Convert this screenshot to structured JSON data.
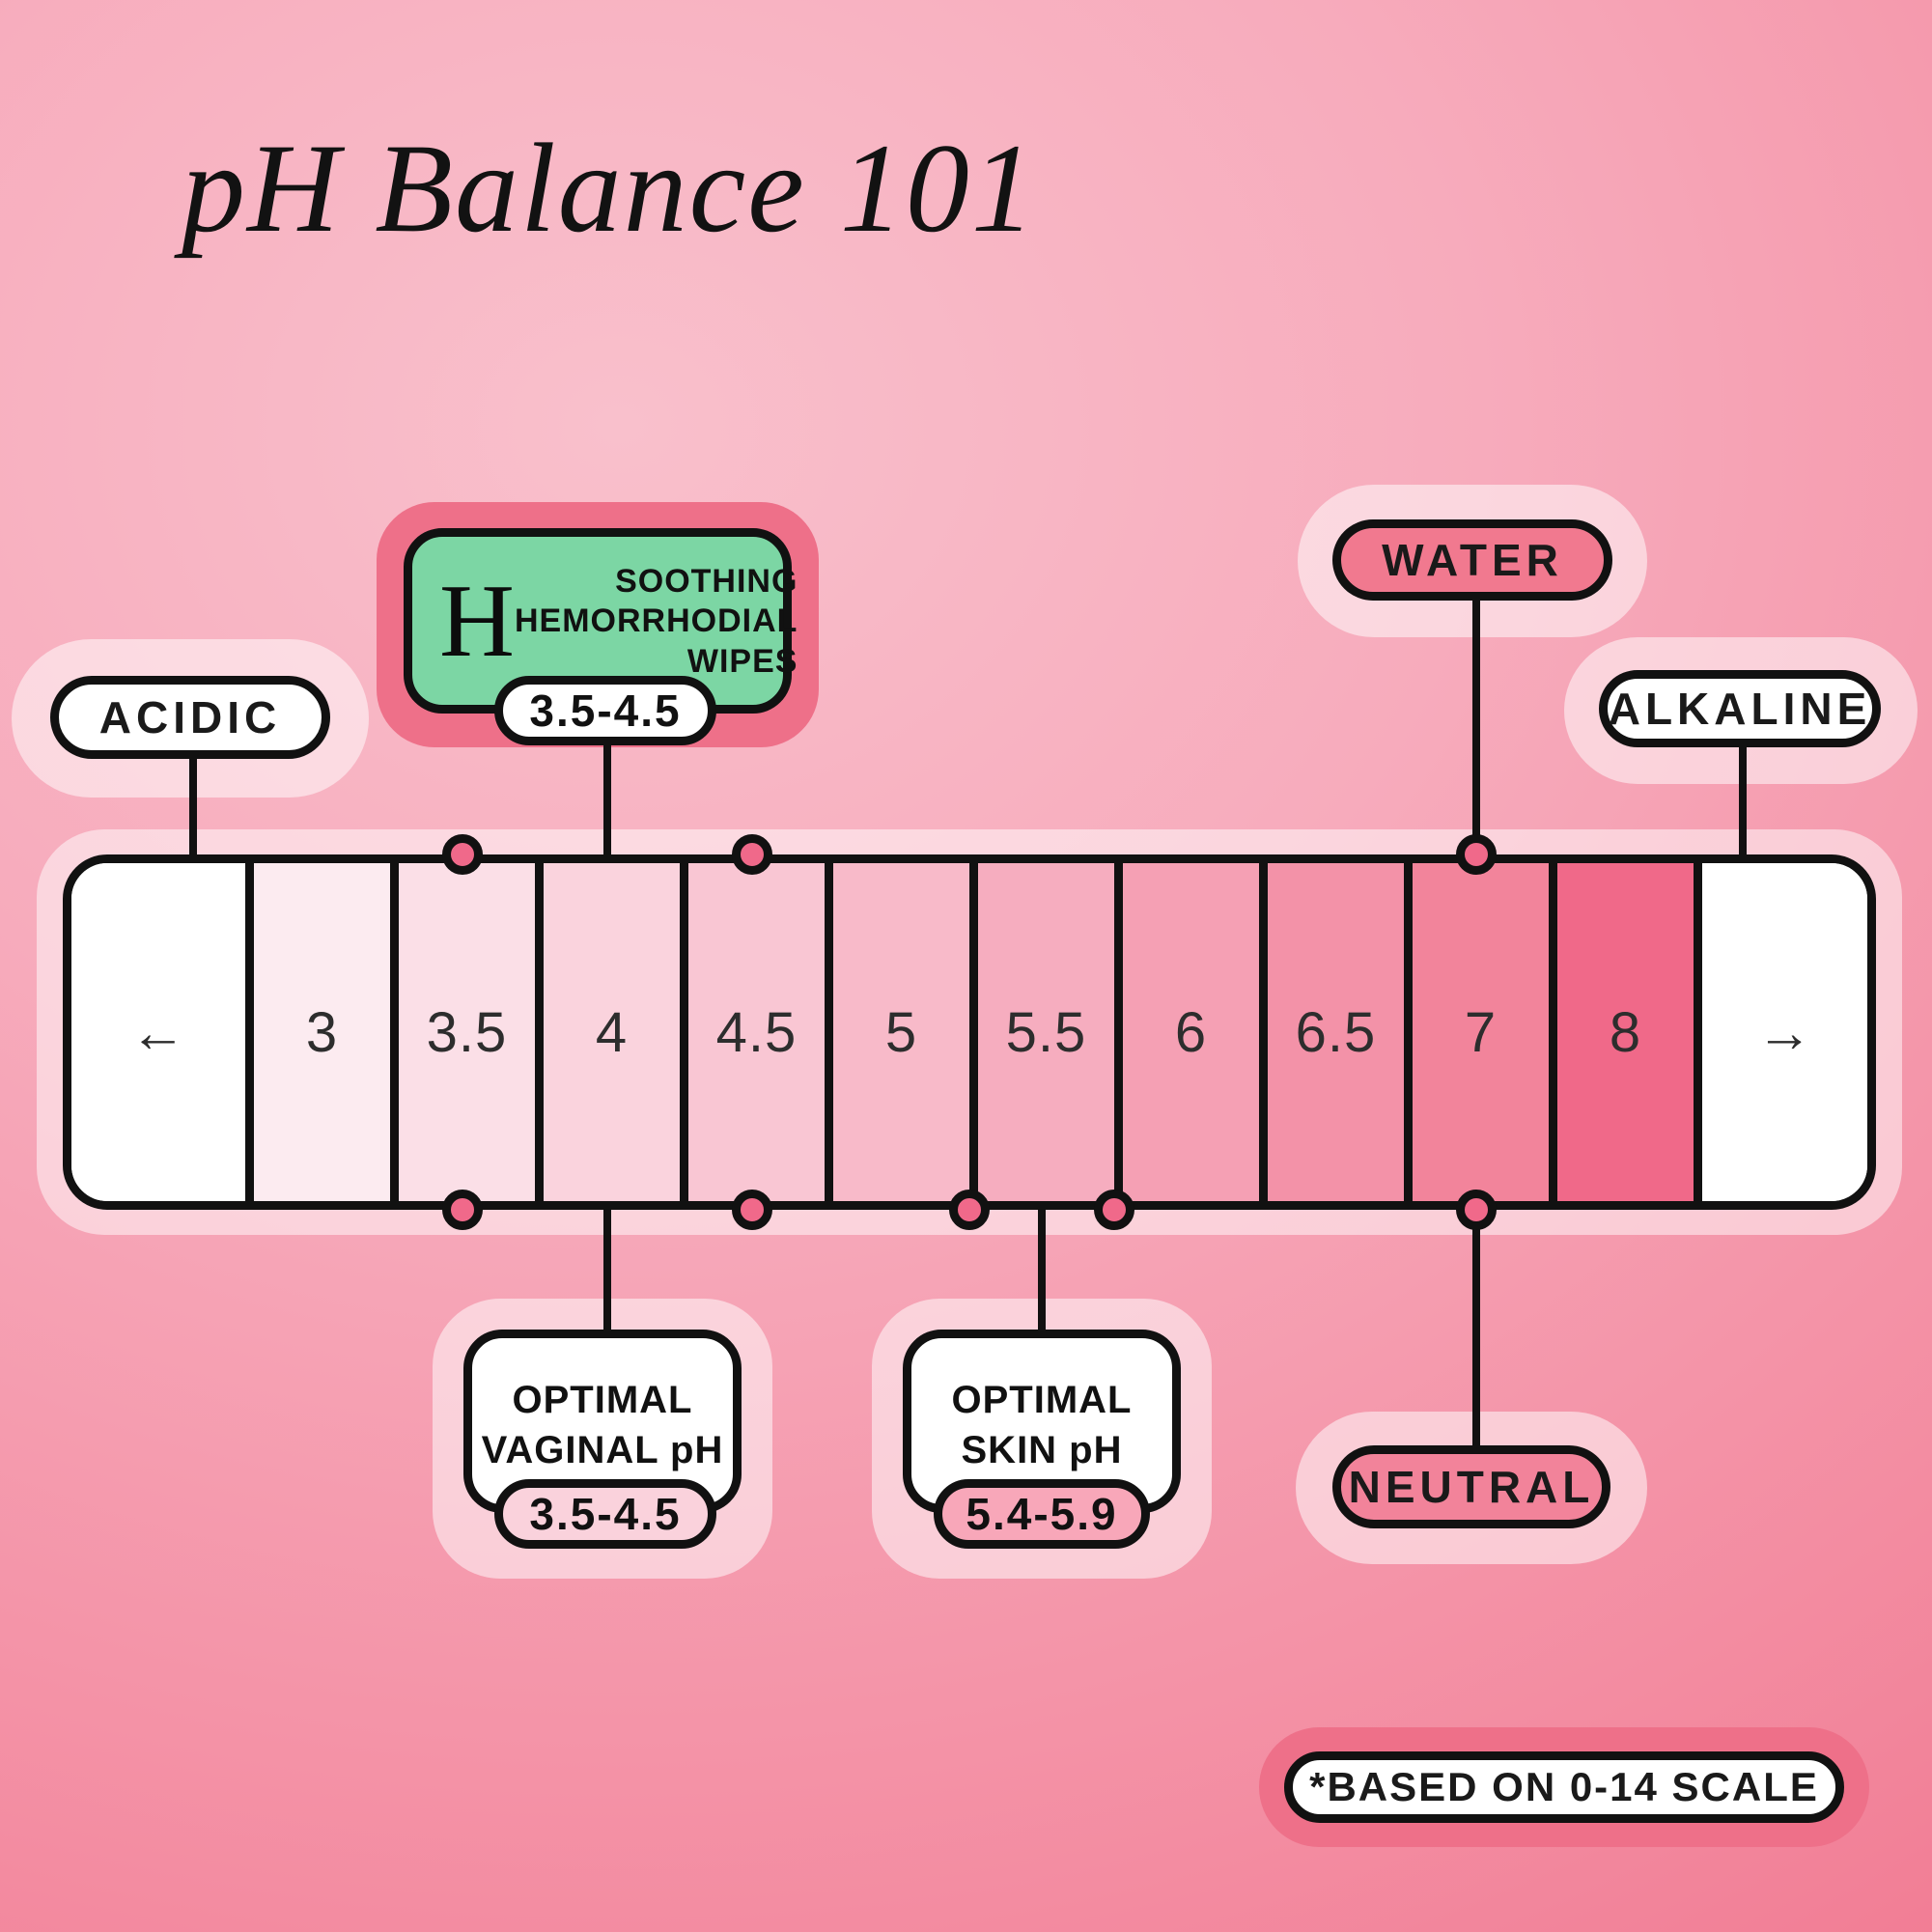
{
  "title": "pH Balance 101",
  "scale": {
    "left_arrow": "←",
    "right_arrow": "→",
    "segments": [
      {
        "label": "3",
        "color": "#fcebf0"
      },
      {
        "label": "3.5",
        "color": "#fbdfe7"
      },
      {
        "label": "4",
        "color": "#fad3dd"
      },
      {
        "label": "4.5",
        "color": "#f9c6d3"
      },
      {
        "label": "5",
        "color": "#f8bac9"
      },
      {
        "label": "5.5",
        "color": "#f6adbf"
      },
      {
        "label": "6",
        "color": "#f5a0b4"
      },
      {
        "label": "6.5",
        "color": "#f392a8"
      },
      {
        "label": "7",
        "color": "#f2849b"
      },
      {
        "label": "8",
        "color": "#f06989"
      }
    ]
  },
  "callouts": {
    "acidic": {
      "label": "ACIDIC"
    },
    "alkaline": {
      "label": "ALKALINE"
    },
    "water": {
      "label": "WATER"
    },
    "neutral": {
      "label": "NEUTRAL"
    },
    "product": {
      "brand_mark": "H",
      "line1": "SOOTHING",
      "line2": "HEMORRHODIAL",
      "line3": "WIPES",
      "range": "3.5-4.5"
    },
    "vaginal": {
      "line1": "OPTIMAL",
      "line2": "VAGINAL pH",
      "range": "3.5-4.5"
    },
    "skin": {
      "line1": "OPTIMAL",
      "line2": "SKIN pH",
      "range": "5.4-5.9"
    }
  },
  "footnote": "*BASED ON 0-14 SCALE",
  "colors": {
    "background_center": "#f9c0cc",
    "background_edge": "#f06e88",
    "halo_light": "#fbd5df",
    "halo_dark": "#ee7089",
    "product_green": "#7cd6a4",
    "dot_pink": "#f0698a",
    "water_pill": "#f1798f",
    "neutral_pill": "#f2839a",
    "vaginal_range_pill": "#fad2dc",
    "skin_range_pill": "#f8a7b9",
    "arrow_pink": "#ee6d89",
    "line_black": "#111111"
  }
}
